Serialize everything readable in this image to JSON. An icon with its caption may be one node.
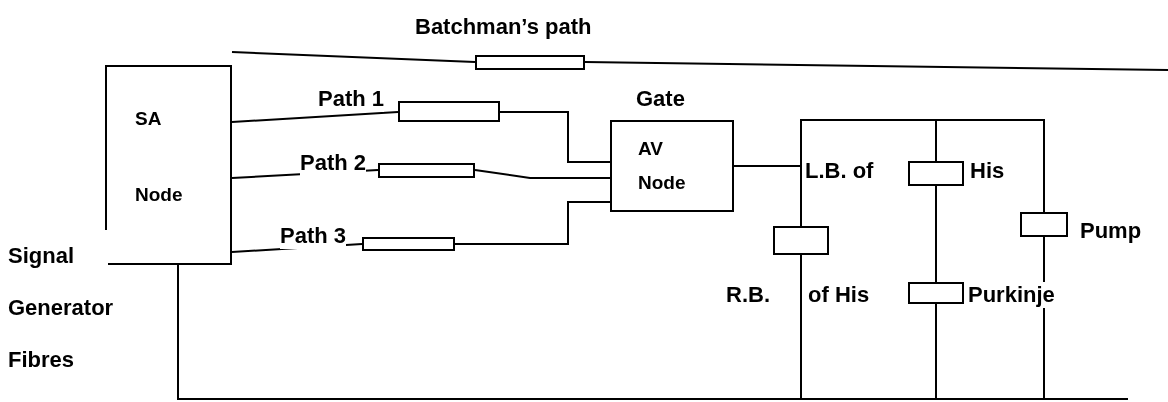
{
  "diagram": {
    "nodes": [
      {
        "text": [
          "SA Node"
        ],
        "beside": [
          "Signal Generator Fibres"
        ]
      },
      {
        "text": [],
        "shape": "box",
        "beside": [
          "Batchman’s path"
        ]
      },
      {
        "text": [],
        "shape": "box",
        "beside": [
          "Path 1"
        ]
      },
      {
        "text": [
          "AV Node"
        ],
        "beside": [
          "Gate"
        ]
      },
      {
        "text": [],
        "shape": "box",
        "beside": [
          "Path 2"
        ]
      },
      {
        "text": [],
        "shape": "box",
        "beside": [
          "Path 3"
        ]
      },
      {
        "text": [],
        "shape": "box",
        "beside": [
          "L.B. of",
          "His"
        ]
      },
      {
        "text": [],
        "shape": "box",
        "beside": [
          "Pump"
        ]
      },
      {
        "text": [],
        "shape": "box",
        "beside": [
          "R.B.",
          "of His"
        ]
      },
      {
        "text": [],
        "shape": "box",
        "beside": [
          "Purkinje"
        ]
      }
    ],
    "edges": [
      {
        "from": 0,
        "to": 1,
        "arrow": "none"
      },
      {
        "from": 1,
        "to": null,
        "arrow": "none"
      },
      {
        "from": 0,
        "to": 2,
        "arrow": "none"
      },
      {
        "from": 2,
        "to": 3,
        "arrow": "none"
      },
      {
        "from": 0,
        "to": 4,
        "arrow": "none"
      },
      {
        "from": 4,
        "to": 3,
        "arrow": "none"
      },
      {
        "from": 0,
        "to": 5,
        "arrow": "none"
      },
      {
        "from": 5,
        "to": 3,
        "arrow": "none"
      },
      {
        "from": 3,
        "to": 8,
        "arrow": "none"
      },
      {
        "from": 3,
        "to": 6,
        "arrow": "none"
      },
      {
        "from": 3,
        "to": 7,
        "arrow": "none"
      },
      {
        "from": 6,
        "to": 9,
        "arrow": "none"
      },
      {
        "from": 8,
        "to": 0,
        "arrow": "none"
      },
      {
        "from": 9,
        "to": 0,
        "arrow": "none"
      },
      {
        "from": 7,
        "to": 0,
        "arrow": "none"
      }
    ]
  }
}
